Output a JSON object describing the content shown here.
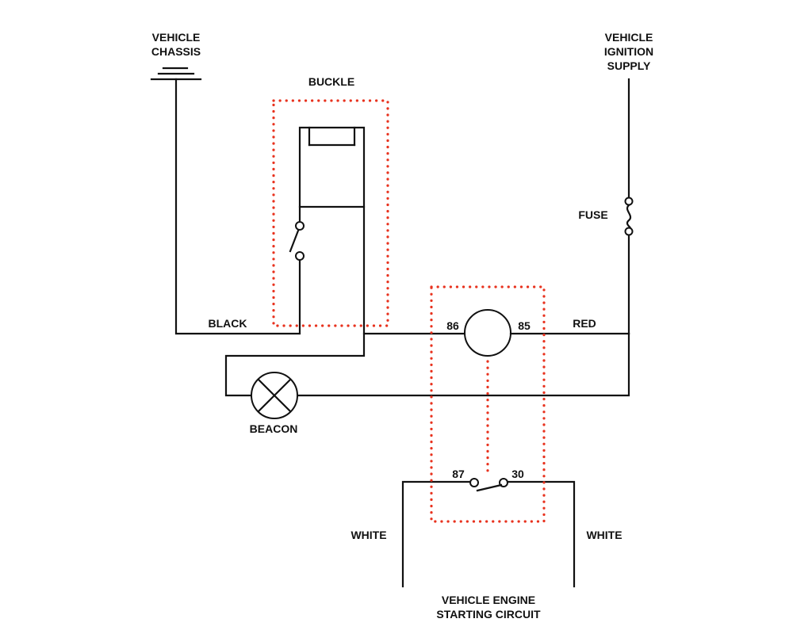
{
  "labels": {
    "chassis_line1": "VEHICLE",
    "chassis_line2": "CHASSIS",
    "ignition_line1": "VEHICLE",
    "ignition_line2": "IGNITION",
    "ignition_line3": "SUPPLY",
    "buckle": "BUCKLE",
    "fuse": "FUSE",
    "black": "BLACK",
    "red": "RED",
    "beacon": "BEACON",
    "white_left": "WHITE",
    "white_right": "WHITE",
    "engine_line1": "Vehicle Engine",
    "engine_line2": "Starting Circuit"
  },
  "relay_terminals": {
    "t86": "86",
    "t85": "85",
    "t87": "87",
    "t30": "30"
  },
  "colors": {
    "wire": "#111111",
    "enclosure_dotted": "#e8321e",
    "background": "#ffffff"
  },
  "icons": [
    "ground-symbol-icon",
    "switch-icon",
    "relay-coil-icon",
    "lamp-icon",
    "fuse-icon",
    "relay-contact-icon"
  ]
}
